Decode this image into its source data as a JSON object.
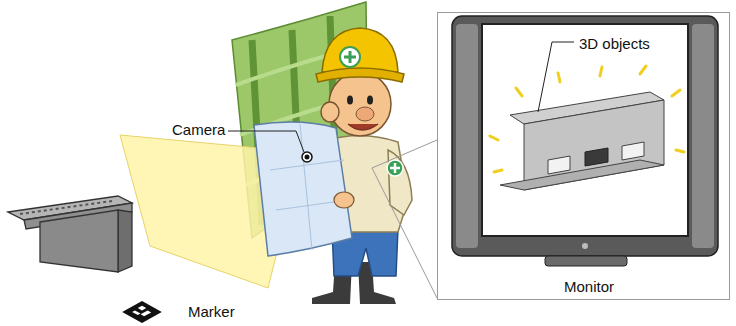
{
  "diagram": {
    "nodes": [
      {
        "text": [
          "3D objects",
          "Monitor"
        ]
      }
    ],
    "labels": [
      "Camera",
      "Marker"
    ]
  }
}
